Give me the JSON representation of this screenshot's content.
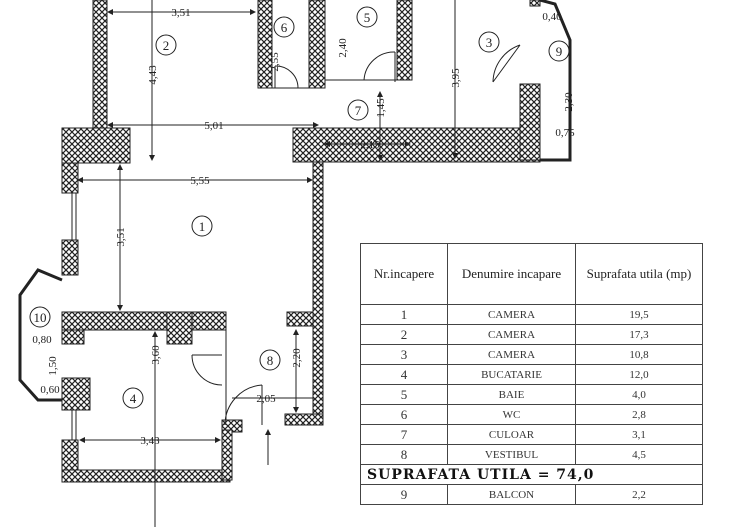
{
  "plan": {
    "rooms": [
      "1",
      "2",
      "3",
      "4",
      "5",
      "6",
      "7",
      "8",
      "9",
      "10"
    ],
    "dimensions": {
      "d351_top": "3,51",
      "d443": "4,43",
      "d255": "2,55",
      "d240": "2,40",
      "d395": "3,95",
      "d040": "0,40",
      "d230": "2,30",
      "d075": "0,75",
      "d501": "5,01",
      "d145": "1,45",
      "d215": "2,15",
      "d555": "5,55",
      "d351_left": "3,51",
      "d080": "0,80",
      "d060": "0,60",
      "d360": "3,60",
      "d343": "3,43",
      "d220": "2,20",
      "d205": "2,05",
      "d150": "1,50"
    },
    "wall_color": "#222222"
  },
  "table": {
    "headers": [
      "Nr.incapere",
      "Denumire incapare",
      "Suprafata utila (mp)"
    ],
    "rows": [
      {
        "nr": "1",
        "name": "CAMERA",
        "area": "19,5"
      },
      {
        "nr": "2",
        "name": "CAMERA",
        "area": "17,3"
      },
      {
        "nr": "3",
        "name": "CAMERA",
        "area": "10,8"
      },
      {
        "nr": "4",
        "name": "BUCATARIE",
        "area": "12,0"
      },
      {
        "nr": "5",
        "name": "BAIE",
        "area": "4,0"
      },
      {
        "nr": "6",
        "name": "WC",
        "area": "2,8"
      },
      {
        "nr": "7",
        "name": "CULOAR",
        "area": "3,1"
      },
      {
        "nr": "8",
        "name": "VESTIBUL",
        "area": "4,5"
      }
    ],
    "total": "SUPRAFATA UTILA =  74,0",
    "extra_rows": [
      {
        "nr": "9",
        "name": "BALCON",
        "area": "2,2"
      }
    ]
  }
}
